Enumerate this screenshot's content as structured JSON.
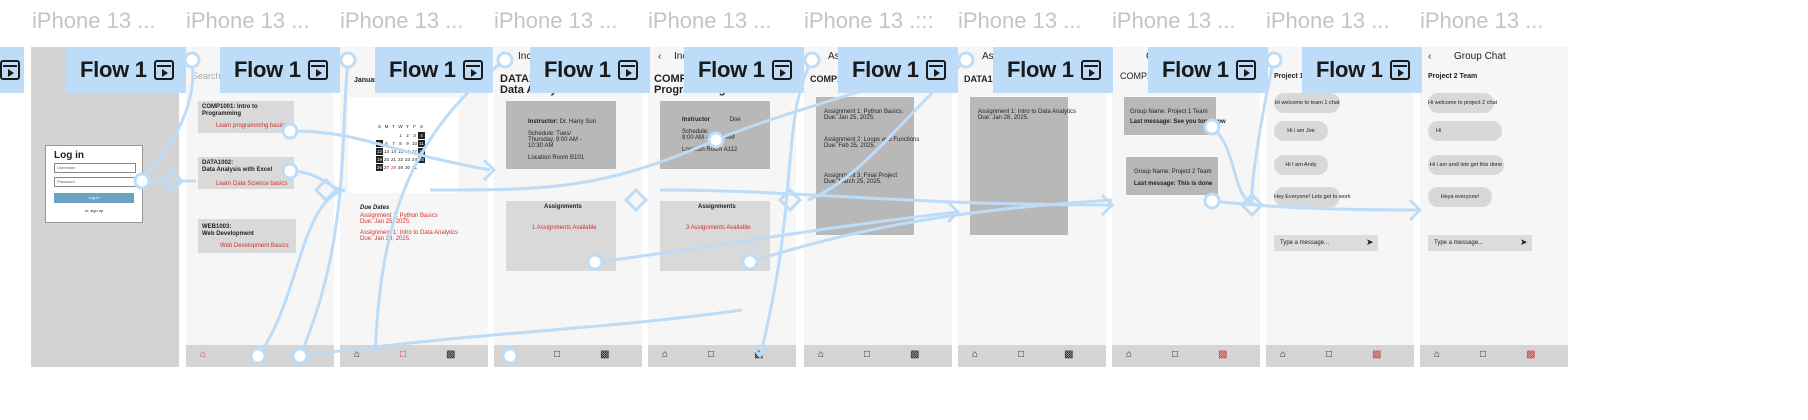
{
  "frame_labels": [
    "iPhone 13 ...",
    "iPhone 13 ...",
    "iPhone 13 ...",
    "iPhone 13 ...",
    "iPhone 13 ...",
    "iPhone 13 .:::",
    "iPhone 13 ...",
    "iPhone 13 ...",
    "iPhone 13 ...",
    "iPhone 13 ..."
  ],
  "flow_label": "Flow 1",
  "login": {
    "title": "Log in",
    "username_placeholder": "Username",
    "password_placeholder": "Password",
    "login_button": "Log in",
    "signup": "or, sign up"
  },
  "courses": {
    "search": "Search",
    "items": [
      {
        "code": "COMP1001: Intro to",
        "name": "Programming",
        "link": "Learn programming basics"
      },
      {
        "code": "DATA1002:",
        "name": "Data Analysis with Excel",
        "link": "Learn Data Science basics"
      },
      {
        "code": "WEB1003:",
        "name": "Web Development",
        "link": "Web Development Basics"
      }
    ]
  },
  "calendar": {
    "month": "January 2025",
    "weekdays": [
      "S",
      "M",
      "T",
      "W",
      "T",
      "F",
      "S"
    ],
    "days": [
      "",
      "",
      "",
      "1",
      "2",
      "3",
      "4",
      "5",
      "6",
      "7",
      "8",
      "9",
      "10",
      "11",
      "12",
      "13",
      "14",
      "15",
      "16",
      "17",
      "18",
      "19",
      "20",
      "21",
      "22",
      "23",
      "24",
      "25",
      "26",
      "27",
      "28",
      "29",
      "30",
      "31",
      ""
    ],
    "due_title": "Due Dates",
    "due": [
      "Assignment 1: Python Basics",
      "Due: Jan 25, 2025.",
      "Assignment 1: Intro to Data Analytics",
      "Due: Jan 28, 2025."
    ]
  },
  "course_data": {
    "tab": "Inc",
    "code": "DATA10",
    "title": "Data Analysis with Excel",
    "instructor_label": "Instructor:",
    "instructor": "Dr. Harry Sun",
    "schedule": [
      "Schedule: Tues/",
      "Thursday, 9:00 AM -",
      "10:30 AM"
    ],
    "location": "Location Room B101",
    "assignments_title": "Assignments",
    "assignments_link": "1 Assignments Available"
  },
  "course_comp": {
    "tab": "Inc",
    "code": "COMP10",
    "title": "Programming",
    "instructor_label": "Instructor",
    "instructor": "Doe",
    "schedule": [
      "Schedule:",
      "9:00 AM - 10:30 AM"
    ],
    "location": "Location Room A112",
    "assignments_title": "Assignments",
    "assignments_link": "3 Assignments Available"
  },
  "assign_comp": {
    "tab": "As",
    "code": "COMP10",
    "items": [
      "Assignment 1: Python Basics.",
      "Due: Jan 25, 2025.",
      "Assignment 2: Loops and Functions",
      "Due: Feb 25, 2025.",
      "Assignment 3: Final Project",
      "Due: March 25, 2025."
    ]
  },
  "assign_data": {
    "tab": "As",
    "code": "DATA10",
    "items": [
      "Assignment 1: Intro to Data Analytics",
      "Due: Jan 28, 2025."
    ]
  },
  "groups": {
    "tab": "C",
    "code": "COMP10",
    "items": [
      {
        "name": "Group Name: Project 1 Team",
        "last": "Last message: See you tomorrow"
      },
      {
        "name": "Group Name: Project 2 Team",
        "last": "Last message: This is done"
      }
    ]
  },
  "chat1": {
    "tab": "C",
    "title": "Project 1",
    "messages": [
      "Hi welcome to team 1 chat",
      "Hi i am Joe",
      "Hi I am Andy",
      "Hey Everyone! Lets get to work"
    ],
    "input": "Type a message..."
  },
  "chat2": {
    "title": "Group Chat",
    "team": "Project 2 Team",
    "messages": [
      "Hi welcome to project 2 chat",
      "Hi",
      "Hi i am andi lets get this done",
      "Heya everyone!"
    ],
    "input": "Type a message..."
  },
  "colors": {
    "wire": "#bddcf7",
    "flow_pill": "#bddcf7",
    "accent_red": "#d43030",
    "button_blue": "#6aa3c4",
    "card_gray": "#d9d9d9"
  },
  "icons": [
    "home-icon",
    "book-icon",
    "chat-icon",
    "flow-play-icon",
    "back-chevron-icon",
    "send-icon"
  ]
}
